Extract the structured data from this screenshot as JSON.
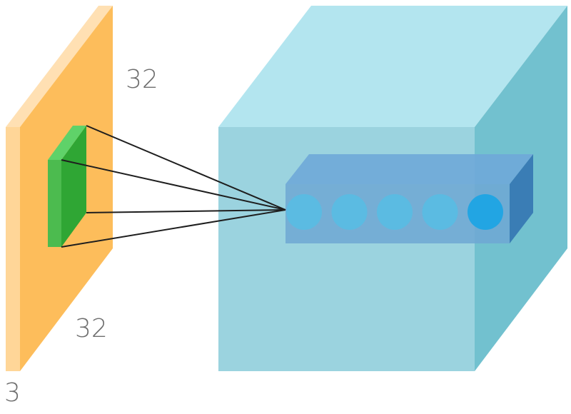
{
  "input_volume": {
    "height_label": "32",
    "width_label": "32",
    "depth_label": "3",
    "colors": {
      "front": "#fdbd5b",
      "top": "#ffe0b3",
      "left_edge": "#ffd698"
    }
  },
  "receptive_field": {
    "colors": {
      "front": "#4cbb4f",
      "top": "#5fd269",
      "side": "#2fa634"
    }
  },
  "output_volume": {
    "colors": {
      "front": "#9bd3df",
      "top": "#b3e5ef",
      "side": "#72c1cf"
    }
  },
  "neuron_column": {
    "neuron_count": 5,
    "colors": {
      "front": "#6ea7d3",
      "top": "#6fa9d8",
      "side": "#3a7db5",
      "neuron": "#5bbbe2",
      "neuron_highlight": "#22a5e3"
    }
  },
  "connection_lines": {
    "count": 4,
    "color": "#1e1e1e"
  }
}
